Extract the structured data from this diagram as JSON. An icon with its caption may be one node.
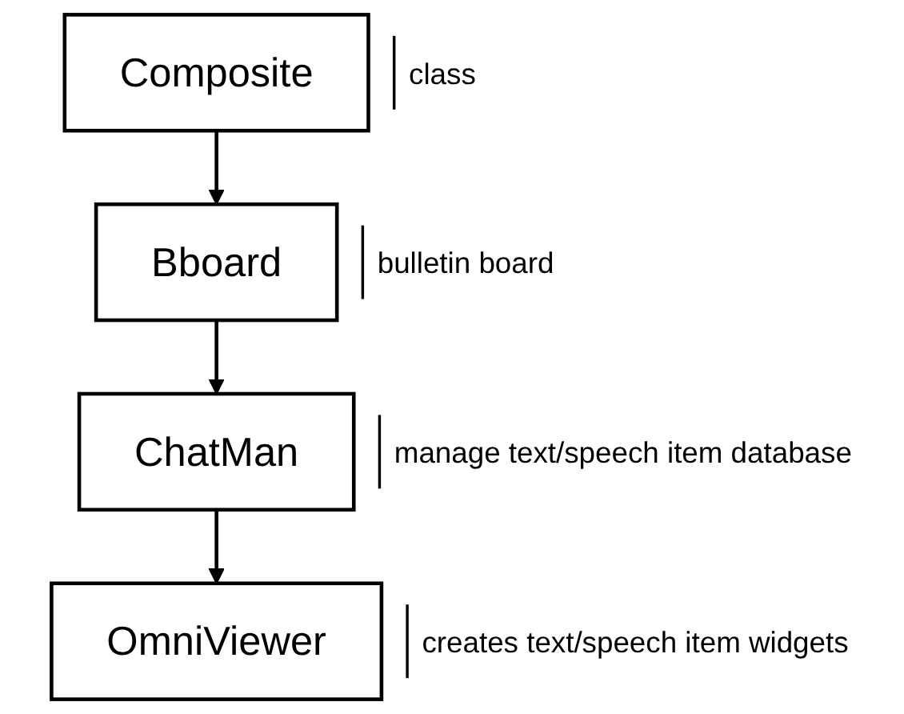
{
  "diagram": {
    "nodes": [
      {
        "text": [
          "Composite"
        ],
        "beside": [
          "class"
        ]
      },
      {
        "text": [
          "Bboard"
        ],
        "beside": [
          "bulletin board"
        ]
      },
      {
        "text": [
          "ChatMan"
        ],
        "beside": [
          "manage text/speech item database"
        ]
      },
      {
        "text": [
          "OmniViewer"
        ],
        "beside": [
          "creates text/speech item widgets"
        ]
      }
    ],
    "edges": [
      {
        "from": 0,
        "to": 1,
        "arrow": "to"
      },
      {
        "from": 1,
        "to": 2,
        "arrow": "to"
      },
      {
        "from": 2,
        "to": 3,
        "arrow": "to"
      }
    ]
  }
}
